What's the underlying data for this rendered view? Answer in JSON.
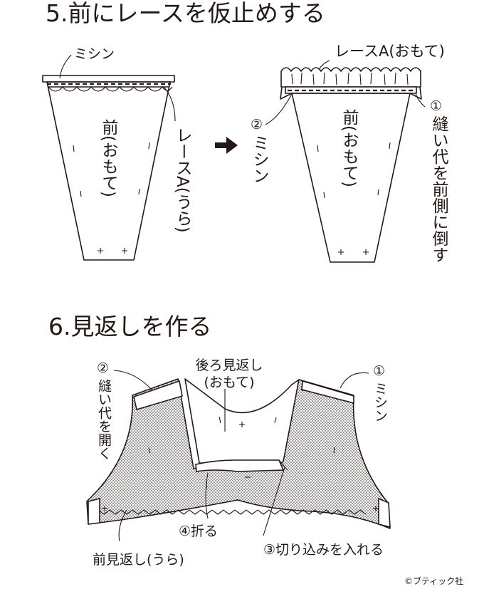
{
  "step5": {
    "title": "5.前にレースを仮止めする",
    "left": {
      "sewing_label": "ミシン",
      "piece_label": "前(おもて)",
      "lace_label": "レースA(うら)"
    },
    "right": {
      "lace_label": "レースA(おもて)",
      "num2": "②",
      "sewing_label": "ミシン",
      "piece_label": "前(おもて)",
      "num1": "①",
      "instruction": "縫い代を前側に倒す"
    },
    "arrow_icon": "right-arrow-icon"
  },
  "step6": {
    "title": "6.見返しを作る",
    "back_facing": "後ろ見返し(おもて)",
    "num1": "①",
    "sewing_label": "ミシン",
    "num2": "②",
    "open_allowance": "縫い代を開く",
    "fold": "④折る",
    "notch": "③切り込みを入れる",
    "front_facing": "前見返し(うら)"
  },
  "copyright": "©ブティック社"
}
